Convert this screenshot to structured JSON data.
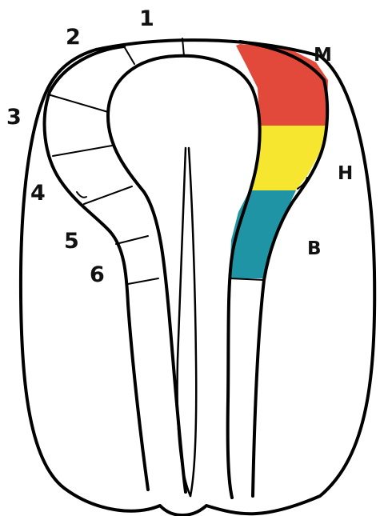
{
  "labels": {
    "seg1": "1",
    "seg2": "2",
    "seg3": "3",
    "seg4": "4",
    "seg5": "5",
    "seg6": "6",
    "m": "M",
    "h": "H",
    "b": "B"
  },
  "colors": {
    "region_m": "#e2493a",
    "region_h": "#f7e62f",
    "region_b": "#1f94a4",
    "outline": "#000000",
    "background": "#ffffff"
  }
}
